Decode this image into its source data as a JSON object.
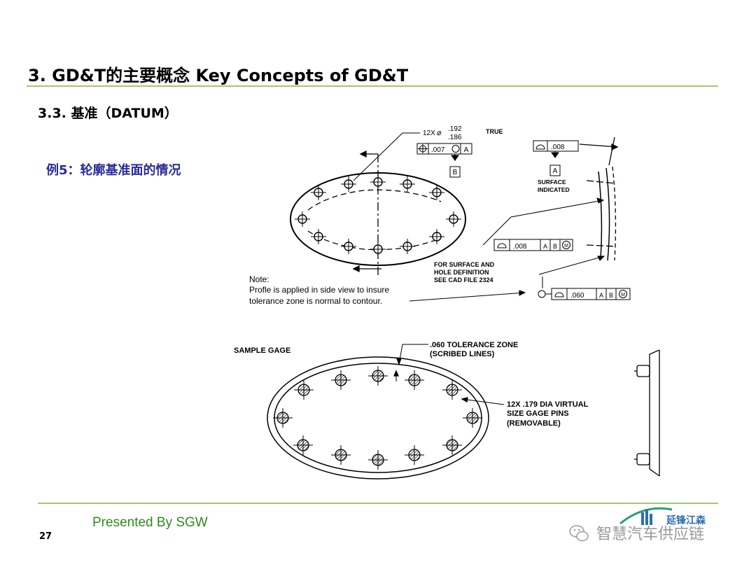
{
  "slide": {
    "title": "3. GD&T的主要概念  Key Concepts of GD&T",
    "subtitle": "3.3. 基准（DATUM）",
    "example_label": "例5：轮廓基准面的情况",
    "footer": "Presented By SGW",
    "page_number": "27",
    "accent_color": "#a9c66b",
    "footer_color": "#2f8a1f",
    "example_color": "#2b2b9b"
  },
  "drawing": {
    "hole_callout_qty": "12X",
    "hole_dia_upper": ".192",
    "hole_dia_lower": ".186",
    "true_label": "TRUE",
    "fcf_position": ".007",
    "fcf_position_datum": "A",
    "datum_b": "B",
    "fcf_surface_value": ".008",
    "datum_a": "A",
    "surface_indicated_1": "SURFACE",
    "surface_indicated_2": "INDICATED",
    "fcf_profile_1": ".008",
    "fcf_profile_1_datums": [
      "A",
      "B",
      "M"
    ],
    "surface_note_1": "FOR SURFACE AND",
    "surface_note_2": "HOLE DEFINITION",
    "surface_note_3": "SEE CAD FILE 2324",
    "fcf_profile_2": ".060",
    "fcf_profile_2_datums": [
      "A",
      "B",
      "M"
    ],
    "note_1": "Note:",
    "note_2": "Profle is applied in side view to insure",
    "note_3": "tolerance zone is normal to contour.",
    "sample_gage": "SAMPLE GAGE",
    "tol_zone_1": ".060 TOLERANCE ZONE",
    "tol_zone_2": "(SCRIBED LINES)",
    "pins_1": "12X .179  DIA VIRTUAL",
    "pins_2": "SIZE  GAGE PINS",
    "pins_3": "(REMOVABLE)"
  },
  "branding": {
    "logo_text": "延锋江森",
    "watermark": "智慧汽车供应链",
    "wechat_icon": "wechat-icon",
    "logo_icon": "building-logo-icon"
  }
}
